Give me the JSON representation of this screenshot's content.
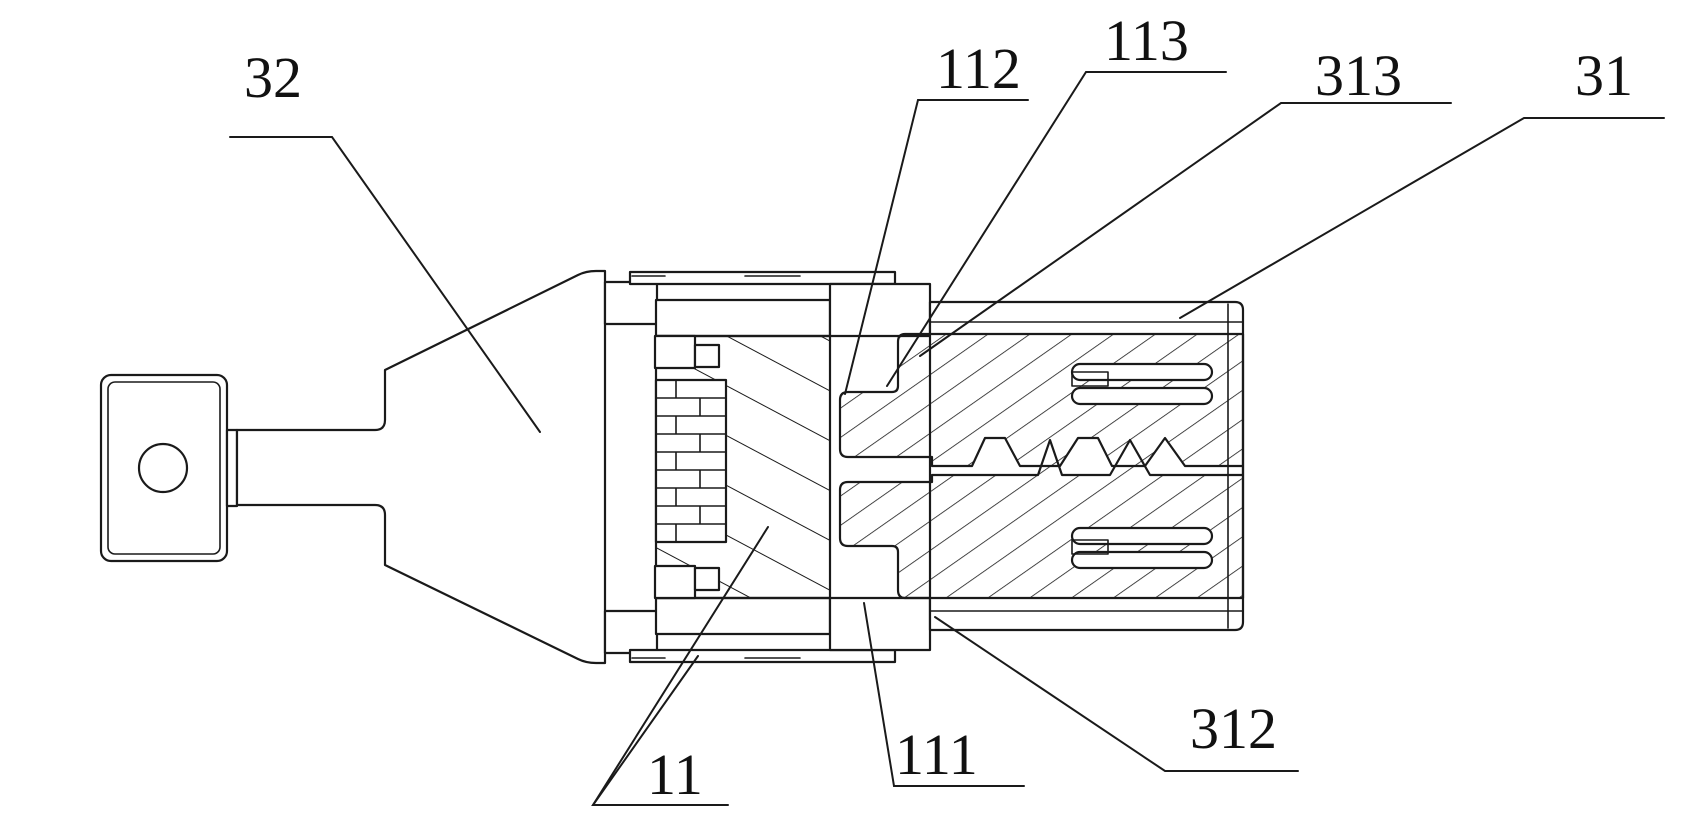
{
  "figure": {
    "callouts": [
      {
        "id": "c32",
        "label": "32"
      },
      {
        "id": "c112",
        "label": "112"
      },
      {
        "id": "c113",
        "label": "113"
      },
      {
        "id": "c313",
        "label": "313"
      },
      {
        "id": "c31",
        "label": "31"
      },
      {
        "id": "c11",
        "label": "11"
      },
      {
        "id": "c111",
        "label": "111"
      },
      {
        "id": "c312",
        "label": "312"
      }
    ]
  }
}
